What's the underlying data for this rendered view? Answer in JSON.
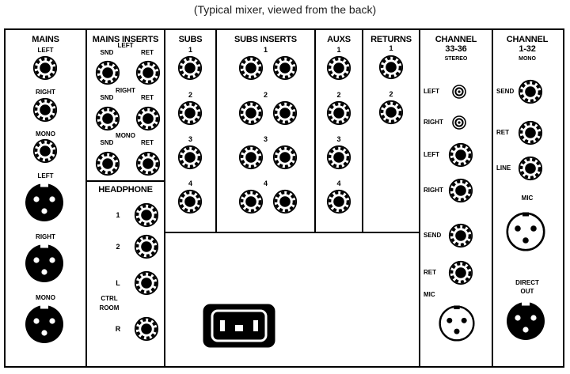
{
  "title": "(Typical mixer, viewed from the back)",
  "sections": {
    "mains": {
      "header": "MAINS",
      "trs": [
        "LEFT",
        "RIGHT",
        "MONO"
      ],
      "xlr": [
        "LEFT",
        "RIGHT",
        "MONO"
      ]
    },
    "mains_inserts": {
      "header": "MAINS INSERTS",
      "rows": [
        {
          "group": "LEFT",
          "snd": "SND",
          "ret": "RET"
        },
        {
          "group": "RIGHT",
          "snd": "SND",
          "ret": "RET"
        },
        {
          "group": "MONO",
          "snd": "SND",
          "ret": "RET"
        }
      ]
    },
    "headphone": {
      "header": "HEADPHONE",
      "jacks": [
        "1",
        "2",
        "L",
        "R"
      ],
      "ctrl_room_line1": "CTRL",
      "ctrl_room_line2": "ROOM"
    },
    "subs": {
      "header": "SUBS",
      "jacks": [
        "1",
        "2",
        "3",
        "4"
      ]
    },
    "subs_inserts": {
      "header": "SUBS INSERTS",
      "rows": [
        "1",
        "2",
        "3",
        "4"
      ]
    },
    "auxs": {
      "header": "AUXS",
      "jacks": [
        "1",
        "2",
        "3",
        "4"
      ]
    },
    "returns": {
      "header": "RETURNS",
      "jacks": [
        "1",
        "2"
      ]
    },
    "channel_33_36": {
      "header_line1": "CHANNEL",
      "header_line2": "33-36",
      "mode": "STEREO",
      "rca": [
        "LEFT",
        "RIGHT"
      ],
      "trs": [
        "LEFT",
        "RIGHT",
        "SEND",
        "RET"
      ],
      "mic": "MIC"
    },
    "channel_1_32": {
      "header_line1": "CHANNEL",
      "header_line2": "1-32",
      "mode": "MONO",
      "trs": [
        "SEND",
        "RET",
        "LINE"
      ],
      "mic": "MIC",
      "direct_out_line1": "DIRECT",
      "direct_out_line2": "OUT"
    }
  },
  "connectors": {
    "trs_jack": "quarter-inch-jack",
    "rca_jack": "rca-jack",
    "xlr_male": "xlr-male-connector",
    "xlr_female": "xlr-female-connector",
    "power_inlet": "iec-power-inlet"
  },
  "colors": {
    "ink": "#000000",
    "background": "#ffffff"
  }
}
